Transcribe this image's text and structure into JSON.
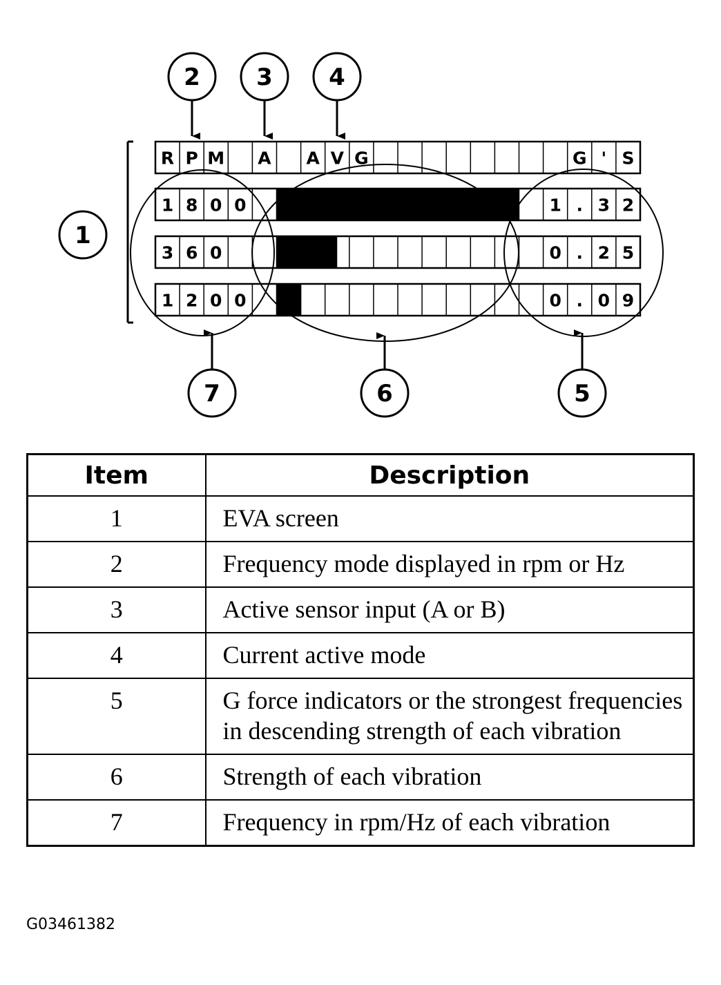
{
  "screen": {
    "header_cells": [
      "R",
      "P",
      "M",
      "",
      "A",
      "",
      "A",
      "V",
      "G",
      "",
      "",
      "",
      "",
      "",
      "",
      "",
      "",
      "G",
      "'",
      "S"
    ],
    "rows": [
      {
        "cells": [
          "1",
          "8",
          "0",
          "0",
          "",
          "",
          "",
          "",
          "",
          "",
          "",
          "",
          "",
          "",
          "",
          "",
          "1",
          ".",
          "3",
          "2"
        ],
        "bar_level_cells": 10
      },
      {
        "cells": [
          "3",
          "6",
          "0",
          "",
          "",
          "",
          "",
          "",
          "",
          "",
          "",
          "",
          "",
          "",
          "",
          "",
          "0",
          ".",
          "2",
          "5"
        ],
        "bar_level_cells": 2.5
      },
      {
        "cells": [
          "1",
          "2",
          "0",
          "0",
          "",
          "",
          "",
          "",
          "",
          "",
          "",
          "",
          "",
          "",
          "",
          "",
          "0",
          ".",
          "0",
          "9"
        ],
        "bar_level_cells": 1
      }
    ]
  },
  "callouts": [
    "1",
    "2",
    "3",
    "4",
    "5",
    "6",
    "7"
  ],
  "table": {
    "headers": {
      "item": "Item",
      "description": "Description"
    },
    "rows": [
      {
        "item": "1",
        "description": "EVA screen"
      },
      {
        "item": "2",
        "description": "Frequency mode displayed in rpm or Hz"
      },
      {
        "item": "3",
        "description": "Active sensor input (A or B)"
      },
      {
        "item": "4",
        "description": "Current active mode"
      },
      {
        "item": "5",
        "description": "G force indicators or the strongest frequencies in descending strength of each vibration"
      },
      {
        "item": "6",
        "description": "Strength of each vibration"
      },
      {
        "item": "7",
        "description": "Frequency in rpm/Hz of each vibration"
      }
    ]
  },
  "figure_code": "G03461382"
}
